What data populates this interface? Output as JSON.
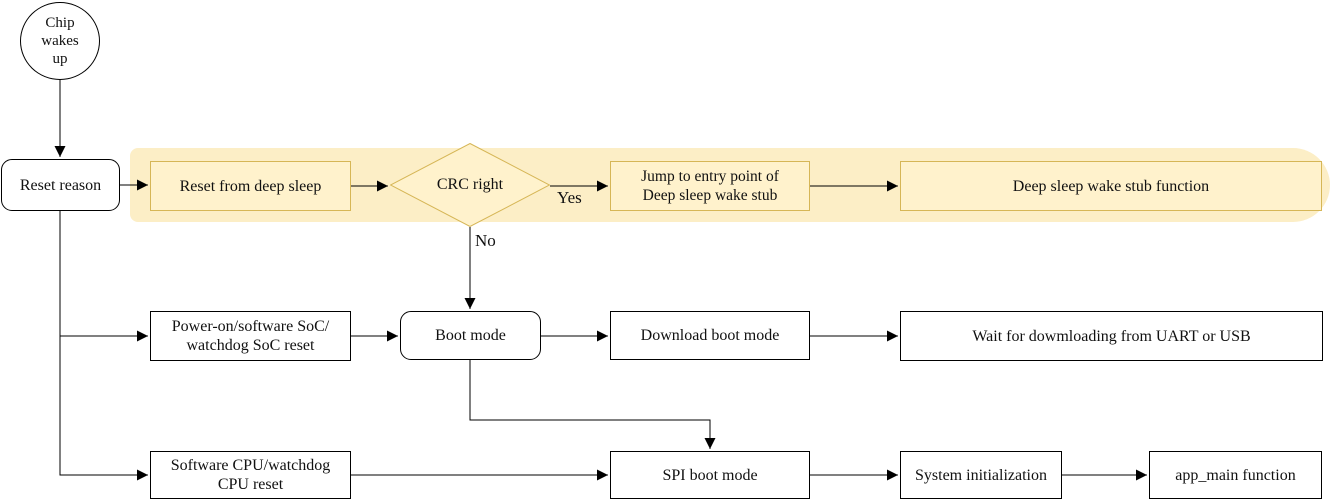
{
  "diagram": {
    "colors": {
      "highlight_band": "#FCEEC6",
      "yellow_fill": "#FFF2CC",
      "yellow_stroke": "#D6B656",
      "line": "#000000",
      "node_fill": "#FFFFFF",
      "text": "#111111"
    },
    "nodes": {
      "chip_wakes_up": {
        "label": "Chip\nwakes\nup"
      },
      "reset_reason": {
        "label": "Reset reason"
      },
      "reset_from_deep_sleep": {
        "label": "Reset from deep sleep"
      },
      "crc_right": {
        "label": "CRC right"
      },
      "jump_to_entry": {
        "label": "Jump to entry point of\nDeep sleep wake stub"
      },
      "wake_stub_function": {
        "label": "Deep sleep wake stub function"
      },
      "boot_mode": {
        "label": "Boot mode"
      },
      "power_on_reset": {
        "label": "Power-on/software SoC/\nwatchdog SoC reset"
      },
      "download_boot_mode": {
        "label": "Download boot mode"
      },
      "wait_for_download": {
        "label": "Wait for dowmloading from UART or USB"
      },
      "software_cpu_reset": {
        "label": "Software CPU/watchdog\nCPU reset"
      },
      "spi_boot_mode": {
        "label": "SPI boot mode"
      },
      "system_initialization": {
        "label": "System initialization"
      },
      "app_main": {
        "label": "app_main function"
      }
    },
    "edge_labels": {
      "yes": "Yes",
      "no": "No"
    }
  }
}
